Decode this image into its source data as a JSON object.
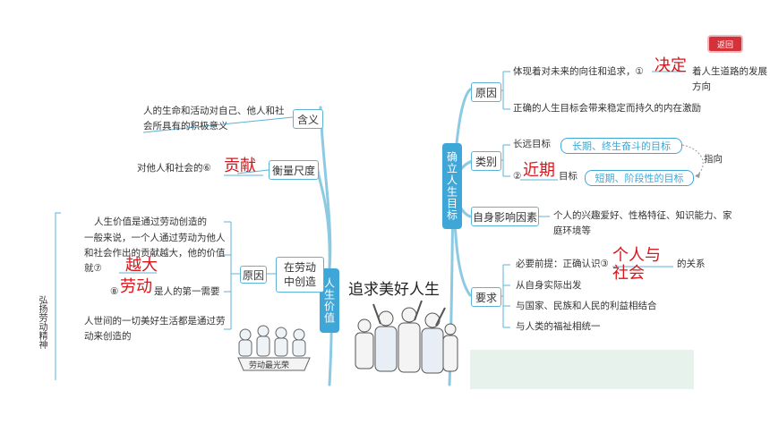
{
  "center": {
    "title": "追求美好人生",
    "banner": "劳动最光荣"
  },
  "back_button": "返回",
  "left": {
    "branch_label": "人生价值",
    "meaning": {
      "label": "含义",
      "text": "人的生命和活动对自己、他人和社会所具有的积极意义"
    },
    "measure": {
      "label": "衡量尺度",
      "text_prefix": "对他人和社会的⑥",
      "answer": "贡献"
    },
    "labor": {
      "label": "在劳动中创造",
      "reason_label": "原因",
      "item1": "人生价值是通过劳动创造的",
      "item2": "一般来说，一个人通过劳动为他人和社会作出的贡献越大，他的价值就⑦",
      "answer7": "越大",
      "item3_prefix": "⑧",
      "item3_suffix": "是人的第一需要",
      "answer8": "劳动",
      "item4": "人世间的一切美好生活都是通过劳动来创造的"
    },
    "spirit_label": "弘扬劳动精神"
  },
  "right": {
    "branch_label": "确立人生目标",
    "reason": {
      "label": "原因",
      "item1_prefix": "体现着对未来的向往和追求，①",
      "answer1": "决定",
      "item1_suffix": "着人生道路的发展方向",
      "item2": "正确的人生目标会带来稳定而持久的内在激励"
    },
    "category": {
      "label": "类别",
      "long_prefix": "长远目标",
      "long_tag": "长期、终生奋斗的目标",
      "short_prefix": "②",
      "short_suffix": "目标",
      "answer2": "近期",
      "short_tag": "短期、阶段性的目标",
      "relation": "指向"
    },
    "factors": {
      "label": "自身影响因素",
      "text": "个人的兴趣爱好、性格特征、知识能力、家庭环境等"
    },
    "requirements": {
      "label": "要求",
      "item1_prefix": "必要前提：正确认识③",
      "item1_suffix": "的关系",
      "answer3": "个人与社会",
      "item2": "从自身实际出发",
      "item3": "与国家、民族和人民的利益相结合",
      "item4": "与人类的福祉相统一"
    }
  }
}
